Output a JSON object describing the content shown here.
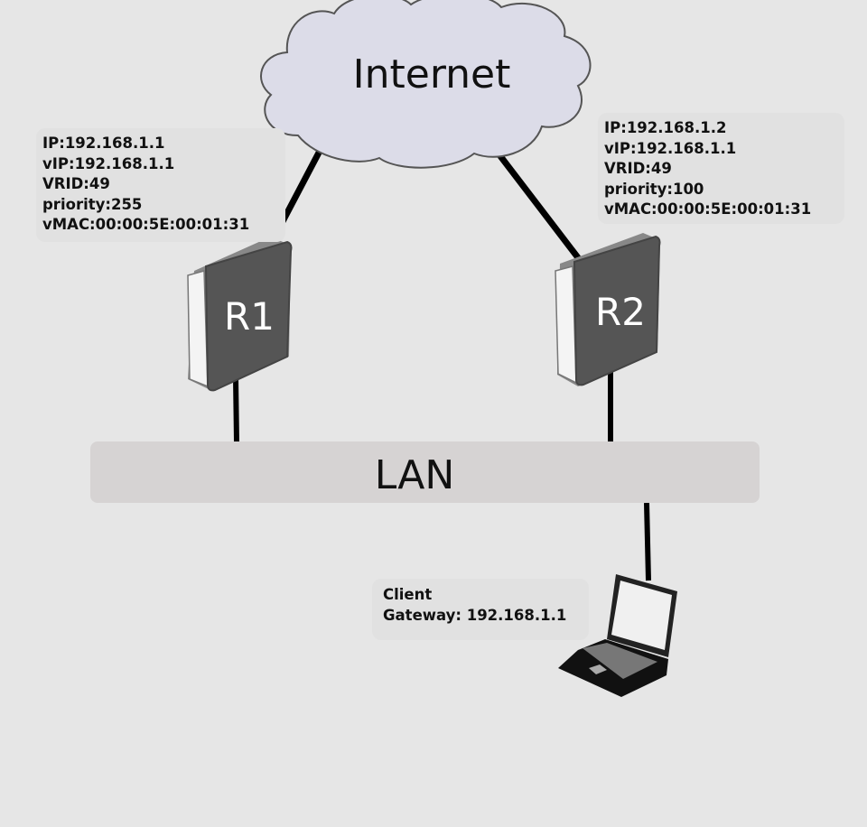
{
  "internet": {
    "label": "Internet"
  },
  "routers": [
    {
      "name": "R1",
      "info": [
        "IP:192.168.1.1",
        "vIP:192.168.1.1",
        "VRID:49",
        "priority:255",
        "vMAC:00:00:5E:00:01:31"
      ]
    },
    {
      "name": "R2",
      "info": [
        "IP:192.168.1.2",
        "vIP:192.168.1.1",
        "VRID:49",
        "priority:100",
        "vMAC:00:00:5E:00:01:31"
      ]
    }
  ],
  "lan": {
    "label": "LAN"
  },
  "client": {
    "info": [
      "Client",
      "Gateway: 192.168.1.1"
    ]
  },
  "colors": {
    "background": "#e6e6e6",
    "cloud": "#dcdce8",
    "router": "#555555",
    "lan": "#d6d3d3",
    "info_box": "#e1e1e1"
  }
}
